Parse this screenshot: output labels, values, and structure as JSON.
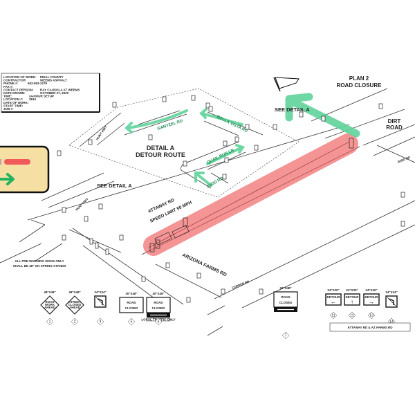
{
  "info_box": {
    "rows": [
      {
        "label": "LOCATION OF WORK:",
        "value": "PINAL COUNTY"
      },
      {
        "label": "CONTRACTOR:",
        "value": "WEEMS ASPHALT"
      },
      {
        "label": "PHONE #:",
        "value": "602-952-2279"
      },
      {
        "label": "FAX #:",
        "value": ""
      },
      {
        "label": "CONTACT PERSON:",
        "value": "RAY CAUSOLA AT WEEMS"
      },
      {
        "label": "DATE DRAWN:",
        "value": "OCTOBER 27, 2020"
      },
      {
        "label": "TIME:",
        "value": "24-HOUR SETUP"
      },
      {
        "label": "LOCATION #:",
        "value": "3810"
      },
      {
        "label": "DATE OF WORK:",
        "value": ""
      },
      {
        "label": "START TIME:",
        "value": ""
      },
      {
        "label": "JOB #:",
        "value": ""
      }
    ]
  },
  "legend": {
    "closed_color": "#f05a5a",
    "detour_color": "#22b35e",
    "background": "#f5dfa3"
  },
  "title": {
    "line1": "PLAN 2",
    "line2": "ROAD CLOSURE"
  },
  "labels": {
    "see_detail_top": "SEE DETAIL A",
    "see_detail_left": "SEE DETAIL A",
    "dirt_road": [
      "DIRT",
      "ROAD"
    ],
    "detail_a": [
      "DETAIL A",
      "DETOUR ROUTE"
    ],
    "attaway_rd": "ATTAWAY RD",
    "speed_limit": "SPEED LIMIT 50 MPH",
    "arizona_farms_rd": "ARIZONA FARMS RD",
    "copper_rd": "COPPER RD",
    "judd_rd_right": "JUDD RD",
    "hunt_hwy_detail": "HUNT HWY",
    "hunt_hwy_left": "HUNT HWY",
    "gantzel_rd": "GANTZEL RD",
    "bella_vista_rd": "BELLA VISTA RD",
    "quail_run_ln": "QUAIL RUN LN",
    "judd_rd_detail": "JUDD RD",
    "note": [
      "ALL PRE-WARNING SIGNS ONLY",
      "SHALL BE 48\" ON SPRING STANDS"
    ],
    "footer": "ATTAWAY RD & AZ FARMS RD"
  },
  "signs": [
    {
      "size": "48\"X48\"",
      "text": [
        "ROAD",
        "WORK",
        "AHEAD"
      ],
      "number": "1"
    },
    {
      "size": "48\"X48\"",
      "text": [
        "STREET",
        "CLOSED",
        "AHEAD"
      ],
      "number": "2"
    },
    {
      "size": "24\"X24\"",
      "text": [],
      "number": "4"
    },
    {
      "size": "30\"X48\"",
      "text": [
        "ROAD",
        "CLOSED"
      ],
      "number": "5"
    },
    {
      "size": "30\"X48\"",
      "text": [
        "ROAD",
        "CLOSED",
        "LOCAL TRAFFIC ONLY"
      ],
      "number": "6"
    },
    {
      "size": "30\"X48\"",
      "text": [
        "ROAD",
        "CLOSED"
      ],
      "number": "7"
    },
    {
      "size": "24\"X30\"",
      "text": [
        "DETOUR"
      ],
      "number": "11"
    },
    {
      "size": "24\"X30\"",
      "text": [
        "DETOUR"
      ],
      "number": "12"
    },
    {
      "size": "24\"X30\"",
      "text": [
        "DETOUR"
      ],
      "number": "13"
    },
    {
      "size": "24\"X24\"",
      "text": [],
      "number": "14"
    }
  ]
}
